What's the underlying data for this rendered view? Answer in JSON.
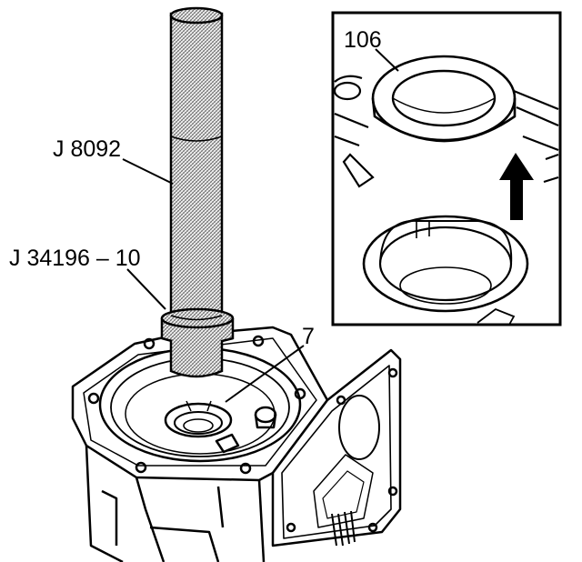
{
  "labels": {
    "tool_main": "J 8092",
    "tool_adapter": "J 34196 – 10",
    "part_seal": "7",
    "part_bearing_cup": "106"
  },
  "colors": {
    "line": "#000000",
    "background": "#ffffff",
    "hatch": "#7a7a7a"
  },
  "icons": {
    "arrow": "arrow-up-icon"
  }
}
